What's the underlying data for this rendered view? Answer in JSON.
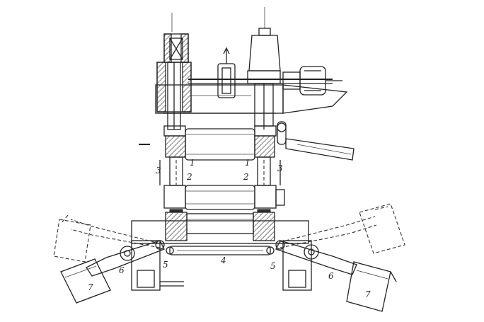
{
  "labels": {
    "l1_left": "1",
    "l1_right": "1",
    "l2_left": "2",
    "l2_right": "2",
    "l3_left": "3",
    "l3_right": "3",
    "l4": "4",
    "l5_left": "5",
    "l5_right": "5",
    "l6_left": "6",
    "l6_right": "6",
    "l7_left": "7",
    "l7_right": "7"
  }
}
